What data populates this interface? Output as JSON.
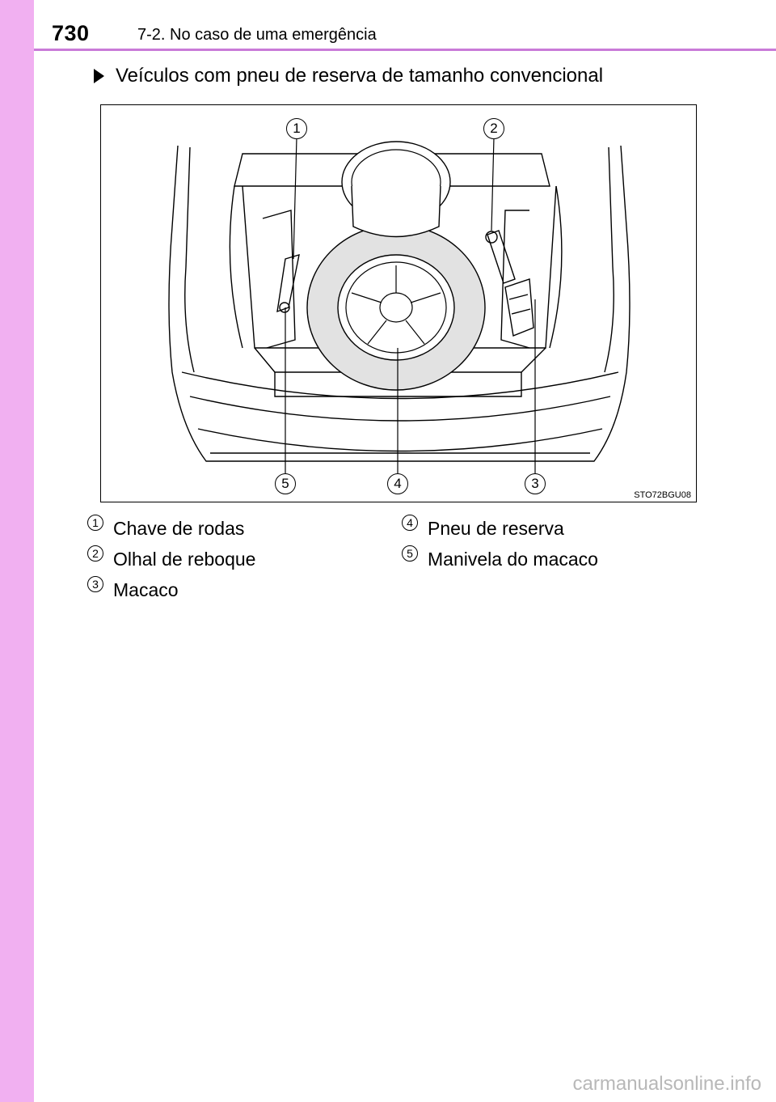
{
  "header": {
    "page_number": "730",
    "section_title": "7-2. No caso de uma emergência"
  },
  "content": {
    "bullet_text": "Veículos com pneu de reserva de tamanho convencional",
    "figure": {
      "code": "STO72BGU08",
      "callouts": [
        "1",
        "2",
        "3",
        "4",
        "5"
      ]
    },
    "legend": [
      {
        "num": "1",
        "label": "Chave de rodas"
      },
      {
        "num": "2",
        "label": "Olhal de reboque"
      },
      {
        "num": "3",
        "label": "Macaco"
      },
      {
        "num": "4",
        "label": "Pneu de reserva"
      },
      {
        "num": "5",
        "label": "Manivela do macaco"
      }
    ]
  },
  "footer": {
    "watermark": "carmanualsonline.info"
  },
  "colors": {
    "side_strip": "#f1b0f1",
    "header_rule": "#c97bd8",
    "tire_fill": "#e2e2e2"
  }
}
